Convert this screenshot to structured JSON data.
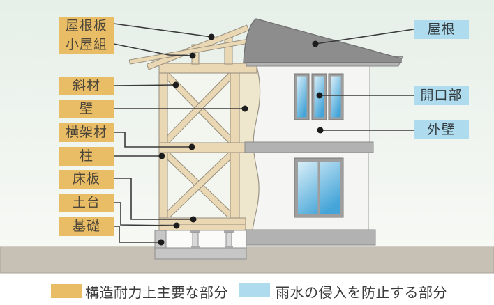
{
  "diagram": {
    "type": "house-structure-cutaway",
    "callouts_left": [
      {
        "text": "屋根板"
      },
      {
        "text": "小屋組"
      },
      {
        "text": "斜材"
      },
      {
        "text": "壁"
      },
      {
        "text": "横架材"
      },
      {
        "text": "柱"
      },
      {
        "text": "床板"
      },
      {
        "text": "土台"
      },
      {
        "text": "基礎"
      }
    ],
    "callouts_right": [
      {
        "text": "屋根"
      },
      {
        "text": "開口部"
      },
      {
        "text": "外壁"
      }
    ],
    "callout_left_bg": "#e9bc66",
    "callout_right_bg": "#aedcee"
  },
  "legend": {
    "items": [
      {
        "label": "構造耐力上主要な部分",
        "swatch_color": "#e9bc66"
      },
      {
        "label": "雨水の侵入を防止する部分",
        "swatch_color": "#aedcee"
      }
    ]
  },
  "colors": {
    "wood": "#ead7b4",
    "sheathing_wall": "#efe7cd",
    "roof": "#8d8d8d",
    "fascia_band": "#b4b4b4",
    "exterior_wall": "#f5f5f3",
    "window_glass_top": "#d9eef8",
    "window_glass_bottom": "#45a5d8",
    "foundation": "#c6c6c6",
    "ground": "#c7c0b5",
    "leader_line": "#3a3a3a"
  }
}
